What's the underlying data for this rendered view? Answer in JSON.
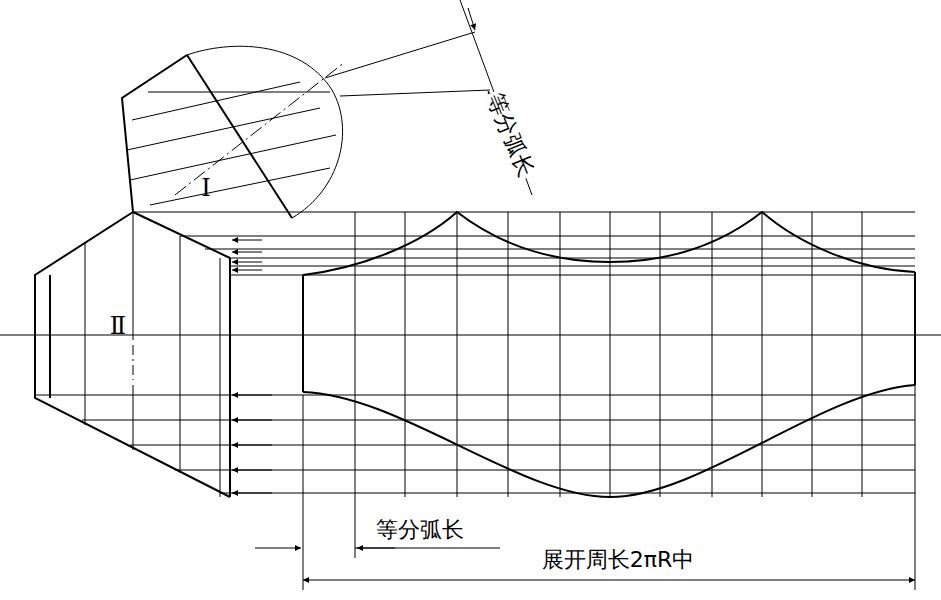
{
  "diagram": {
    "labels": [
      "等分弧长",
      "Ⅰ",
      "Ⅱ",
      "等分弧长",
      "展开周长2πR中"
    ]
  }
}
